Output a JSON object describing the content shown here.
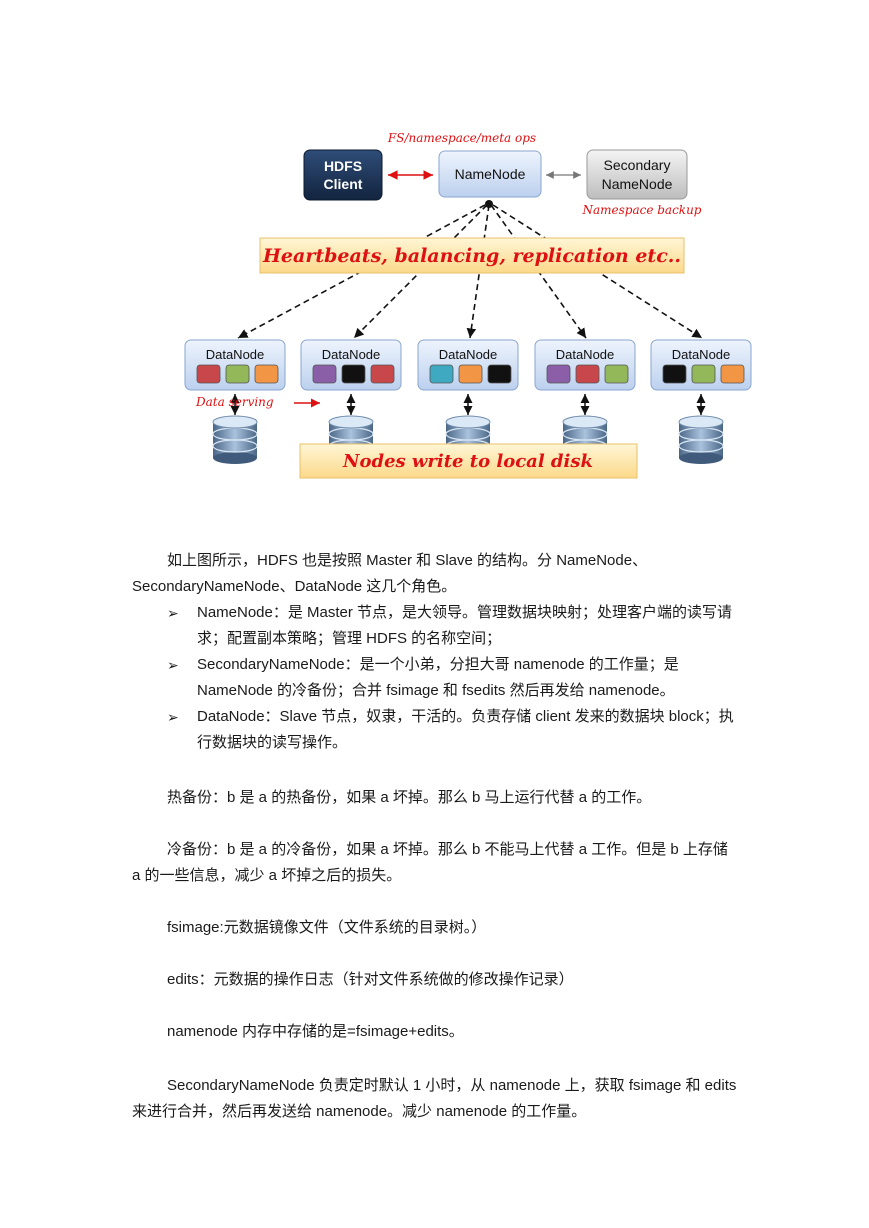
{
  "diagram": {
    "top_label": "FS/namespace/meta ops",
    "hdfs_client": [
      "HDFS",
      "Client"
    ],
    "namenode": "NameNode",
    "secondary": [
      "Secondary",
      "NameNode"
    ],
    "namespace_backup": "Namespace backup",
    "heartbeats_banner": "Heartbeats, balancing, replication etc..",
    "datanodes": [
      {
        "label": "DataNode",
        "blocks": [
          "#c8474b",
          "#92b85a",
          "#f29545"
        ]
      },
      {
        "label": "DataNode",
        "blocks": [
          "#8a5fa8",
          "#111111",
          "#c8474b"
        ]
      },
      {
        "label": "DataNode",
        "blocks": [
          "#3fa9c1",
          "#f29545",
          "#111111"
        ]
      },
      {
        "label": "DataNode",
        "blocks": [
          "#8a5fa8",
          "#c8474b",
          "#92b85a"
        ]
      },
      {
        "label": "DataNode",
        "blocks": [
          "#111111",
          "#92b85a",
          "#f29545"
        ]
      }
    ],
    "data_serving": "Data serving",
    "disk_banner": "Nodes write to local disk"
  },
  "text": {
    "intro_line1": "如上图所示，HDFS 也是按照 Master 和 Slave 的结构。分 NameNode、",
    "intro_line2": "SecondaryNameNode、DataNode 这几个角色。",
    "bullets": [
      {
        "line1": "NameNode：是 Master 节点，是大领导。管理数据块映射；处理客户端的读写请",
        "line2": "求；配置副本策略；管理 HDFS 的名称空间；"
      },
      {
        "line1": "SecondaryNameNode：是一个小弟，分担大哥 namenode 的工作量；是",
        "line2": "NameNode 的冷备份；合并 fsimage 和 fsedits 然后再发给 namenode。"
      },
      {
        "line1": "DataNode：Slave 节点，奴隶，干活的。负责存储 client 发来的数据块 block；执",
        "line2": "行数据块的读写操作。"
      }
    ],
    "bullet_marker": "➢",
    "hot_backup": "热备份：b 是 a 的热备份，如果 a 坏掉。那么 b 马上运行代替 a 的工作。",
    "cold_backup_line1": "冷备份：b 是 a 的冷备份，如果 a 坏掉。那么 b 不能马上代替 a 工作。但是 b 上存储",
    "cold_backup_line2": "a 的一些信息，减少 a 坏掉之后的损失。",
    "fsimage": "fsimage:元数据镜像文件（文件系统的目录树。）",
    "edits": "edits：元数据的操作日志（针对文件系统做的修改操作记录）",
    "namenode_memory": "namenode 内存中存储的是=fsimage+edits。",
    "snn_line1": "SecondaryNameNode 负责定时默认 1 小时，从 namenode 上，获取 fsimage 和 edits",
    "snn_line2": "来进行合并，然后再发送给 namenode。减少 namenode 的工作量。"
  }
}
